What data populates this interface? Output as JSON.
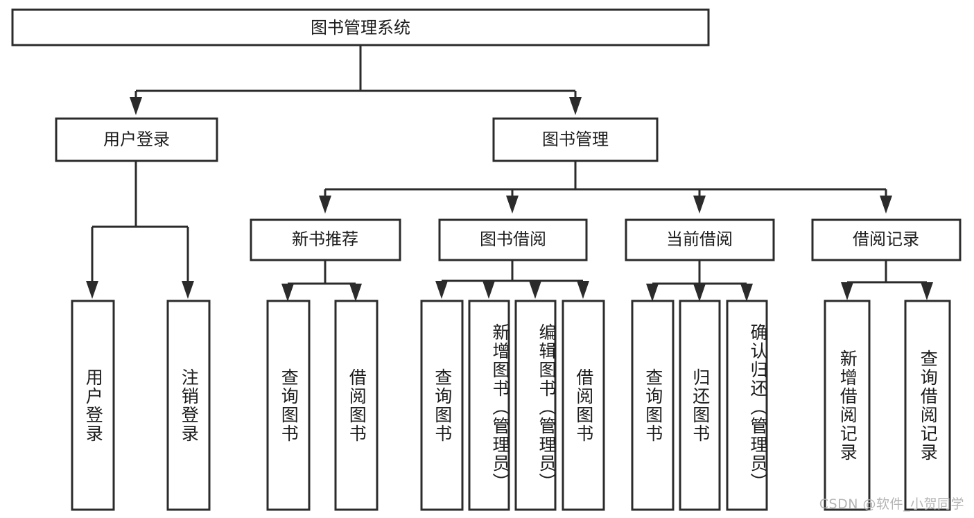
{
  "diagram": {
    "title": "图书管理系统",
    "watermark": "CSDN @软件_小贺同学",
    "colors": {
      "stroke": "#2b2b2b",
      "fill": "#ffffff",
      "text": "#1c1c1c",
      "watermark": "#b4b4b4"
    },
    "root": {
      "label": "图书管理系统",
      "orientation": "horizontal"
    },
    "level2": [
      {
        "label": "用户登录",
        "orientation": "horizontal"
      },
      {
        "label": "图书管理",
        "orientation": "horizontal"
      }
    ],
    "level3": [
      {
        "label": "新书推荐",
        "orientation": "horizontal"
      },
      {
        "label": "图书借阅",
        "orientation": "horizontal"
      },
      {
        "label": "当前借阅",
        "orientation": "horizontal"
      },
      {
        "label": "借阅记录",
        "orientation": "horizontal"
      }
    ],
    "leaves": [
      {
        "label": "用户登录",
        "parent": "用户登录",
        "orientation": "vertical"
      },
      {
        "label": "注销登录",
        "parent": "用户登录",
        "orientation": "vertical"
      },
      {
        "label": "查询图书",
        "parent": "新书推荐",
        "orientation": "vertical"
      },
      {
        "label": "借阅图书",
        "parent": "新书推荐",
        "orientation": "vertical"
      },
      {
        "label": "查询图书",
        "parent": "图书借阅",
        "orientation": "vertical"
      },
      {
        "label": "新增图书（管理员）",
        "parent": "图书借阅",
        "orientation": "vertical"
      },
      {
        "label": "编辑图书（管理员）",
        "parent": "图书借阅",
        "orientation": "vertical"
      },
      {
        "label": "借阅图书",
        "parent": "图书借阅",
        "orientation": "vertical"
      },
      {
        "label": "查询图书",
        "parent": "当前借阅",
        "orientation": "vertical"
      },
      {
        "label": "归还图书",
        "parent": "当前借阅",
        "orientation": "vertical"
      },
      {
        "label": "确认归还（管理员）",
        "parent": "当前借阅",
        "orientation": "vertical"
      },
      {
        "label": "新增借阅记录",
        "parent": "借阅记录",
        "orientation": "vertical"
      },
      {
        "label": "查询借阅记录",
        "parent": "借阅记录",
        "orientation": "vertical"
      }
    ]
  }
}
